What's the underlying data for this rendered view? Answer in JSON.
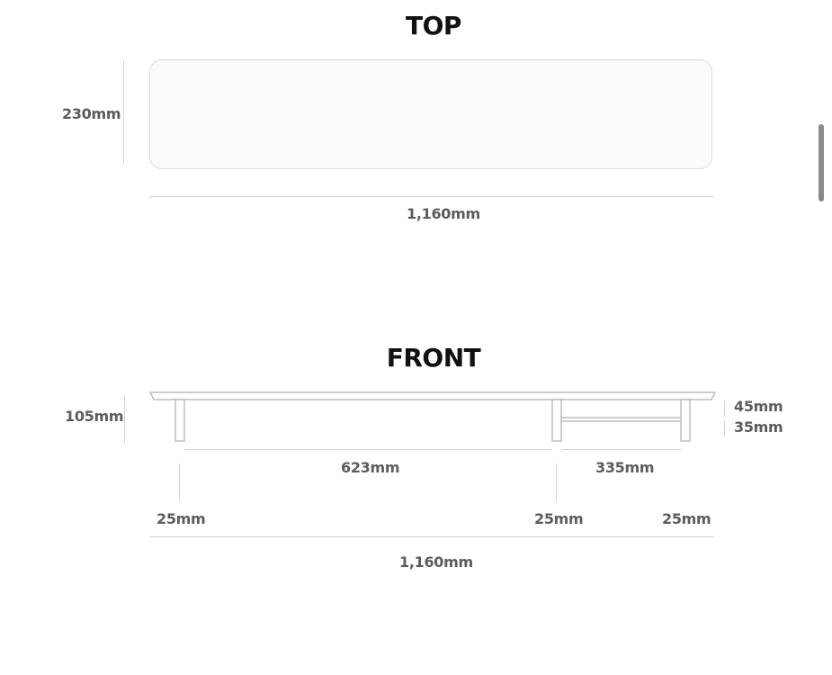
{
  "top_view": {
    "title": "TOP",
    "depth_label": "230mm",
    "width_label": "1,160mm"
  },
  "front_view": {
    "title": "FRONT",
    "height_label": "105mm",
    "shelf_top_label": "45mm",
    "shelf_bottom_label": "35mm",
    "span_left_label": "623mm",
    "span_right_label": "335mm",
    "leg_left_label": "25mm",
    "leg_middle_label": "25mm",
    "leg_right_label": "25mm",
    "width_label": "1,160mm"
  },
  "colors": {
    "outline": "#bdbdbd",
    "dimension_line": "#cfcfcf",
    "text": "#5c5c5c",
    "title": "#111111"
  }
}
